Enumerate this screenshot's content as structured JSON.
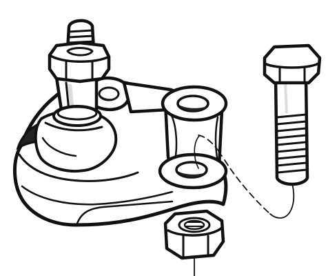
{
  "illustration": {
    "subject": "ball-joint-assembly",
    "parts": [
      "ball-joint-stud",
      "ball-joint-nut",
      "mounting-bracket",
      "hex-bolt",
      "lock-nut"
    ],
    "colors": {
      "outline": "#111111",
      "fill": "#ffffff",
      "shadow": "#222222",
      "highlight": "#dcdcdc"
    }
  }
}
